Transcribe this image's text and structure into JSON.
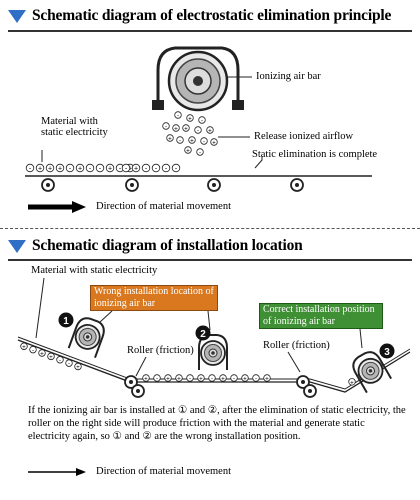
{
  "section1": {
    "title": "Schematic diagram of electrostatic elimination principle",
    "label_ionizing_bar": "Ionizing air bar",
    "label_release": "Release ionized airflow",
    "label_material_line1": "Material with",
    "label_material_line2": "static electricity",
    "label_complete": "Static elimination is complete",
    "direction": "Direction of material movement",
    "charges_before": [
      "-",
      "+",
      "+",
      "+",
      "-",
      "+",
      "-",
      "-",
      "+",
      "-",
      "+"
    ],
    "charges_after": [
      "-",
      "+",
      "-",
      "-",
      "-",
      "-"
    ]
  },
  "section2": {
    "title": "Schematic diagram of installation location",
    "label_material": "Material with static electricity",
    "wrong_box": "Wrong installation location of ionizing air bar",
    "correct_box": "Correct installation position of ionizing air bar",
    "roller_label_1": "Roller (friction)",
    "roller_label_2": "Roller (friction)",
    "marker_1": "1",
    "marker_2": "2",
    "marker_3": "3",
    "explanation": "If the ionizing air bar is installed at ① and ②, after the elimination of static electricity, the roller on the right side will produce friction with the material and generate static electricity again, so ① and ② are the wrong installation position.",
    "direction": "Direction of material movement"
  },
  "colors": {
    "accent_blue": "#2f6fc6",
    "wrong_orange": "#d9781e",
    "correct_green": "#3f8f34",
    "marker_black": "#111111"
  }
}
